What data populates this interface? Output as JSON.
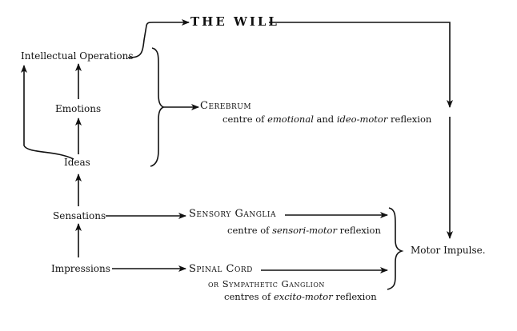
{
  "diagram": {
    "nodes": {
      "the_will": "THE WILL",
      "intellectual_operations": "Intellectual Operations",
      "emotions": "Emotions",
      "ideas": "Ideas",
      "sensations": "Sensations",
      "impressions": "Impressions",
      "cerebrum": "Cerebrum",
      "sensory_ganglia": "Sensory Ganglia",
      "spinal_cord": "Spinal Cord",
      "sympathetic_ganglion": "or Sympathetic Ganglion",
      "motor_impulse": "Motor Impulse."
    },
    "captions": {
      "cerebrum": {
        "before": "centre of ",
        "em1": "emotional",
        "mid": " and ",
        "em2": "ideo-motor",
        "after": " reflexion"
      },
      "sensory": {
        "before": "centre of ",
        "em": "sensori-motor",
        "after": " reflexion"
      },
      "spinal": {
        "before": "centres of ",
        "em": "excito-motor",
        "after": " reflexion"
      }
    }
  }
}
